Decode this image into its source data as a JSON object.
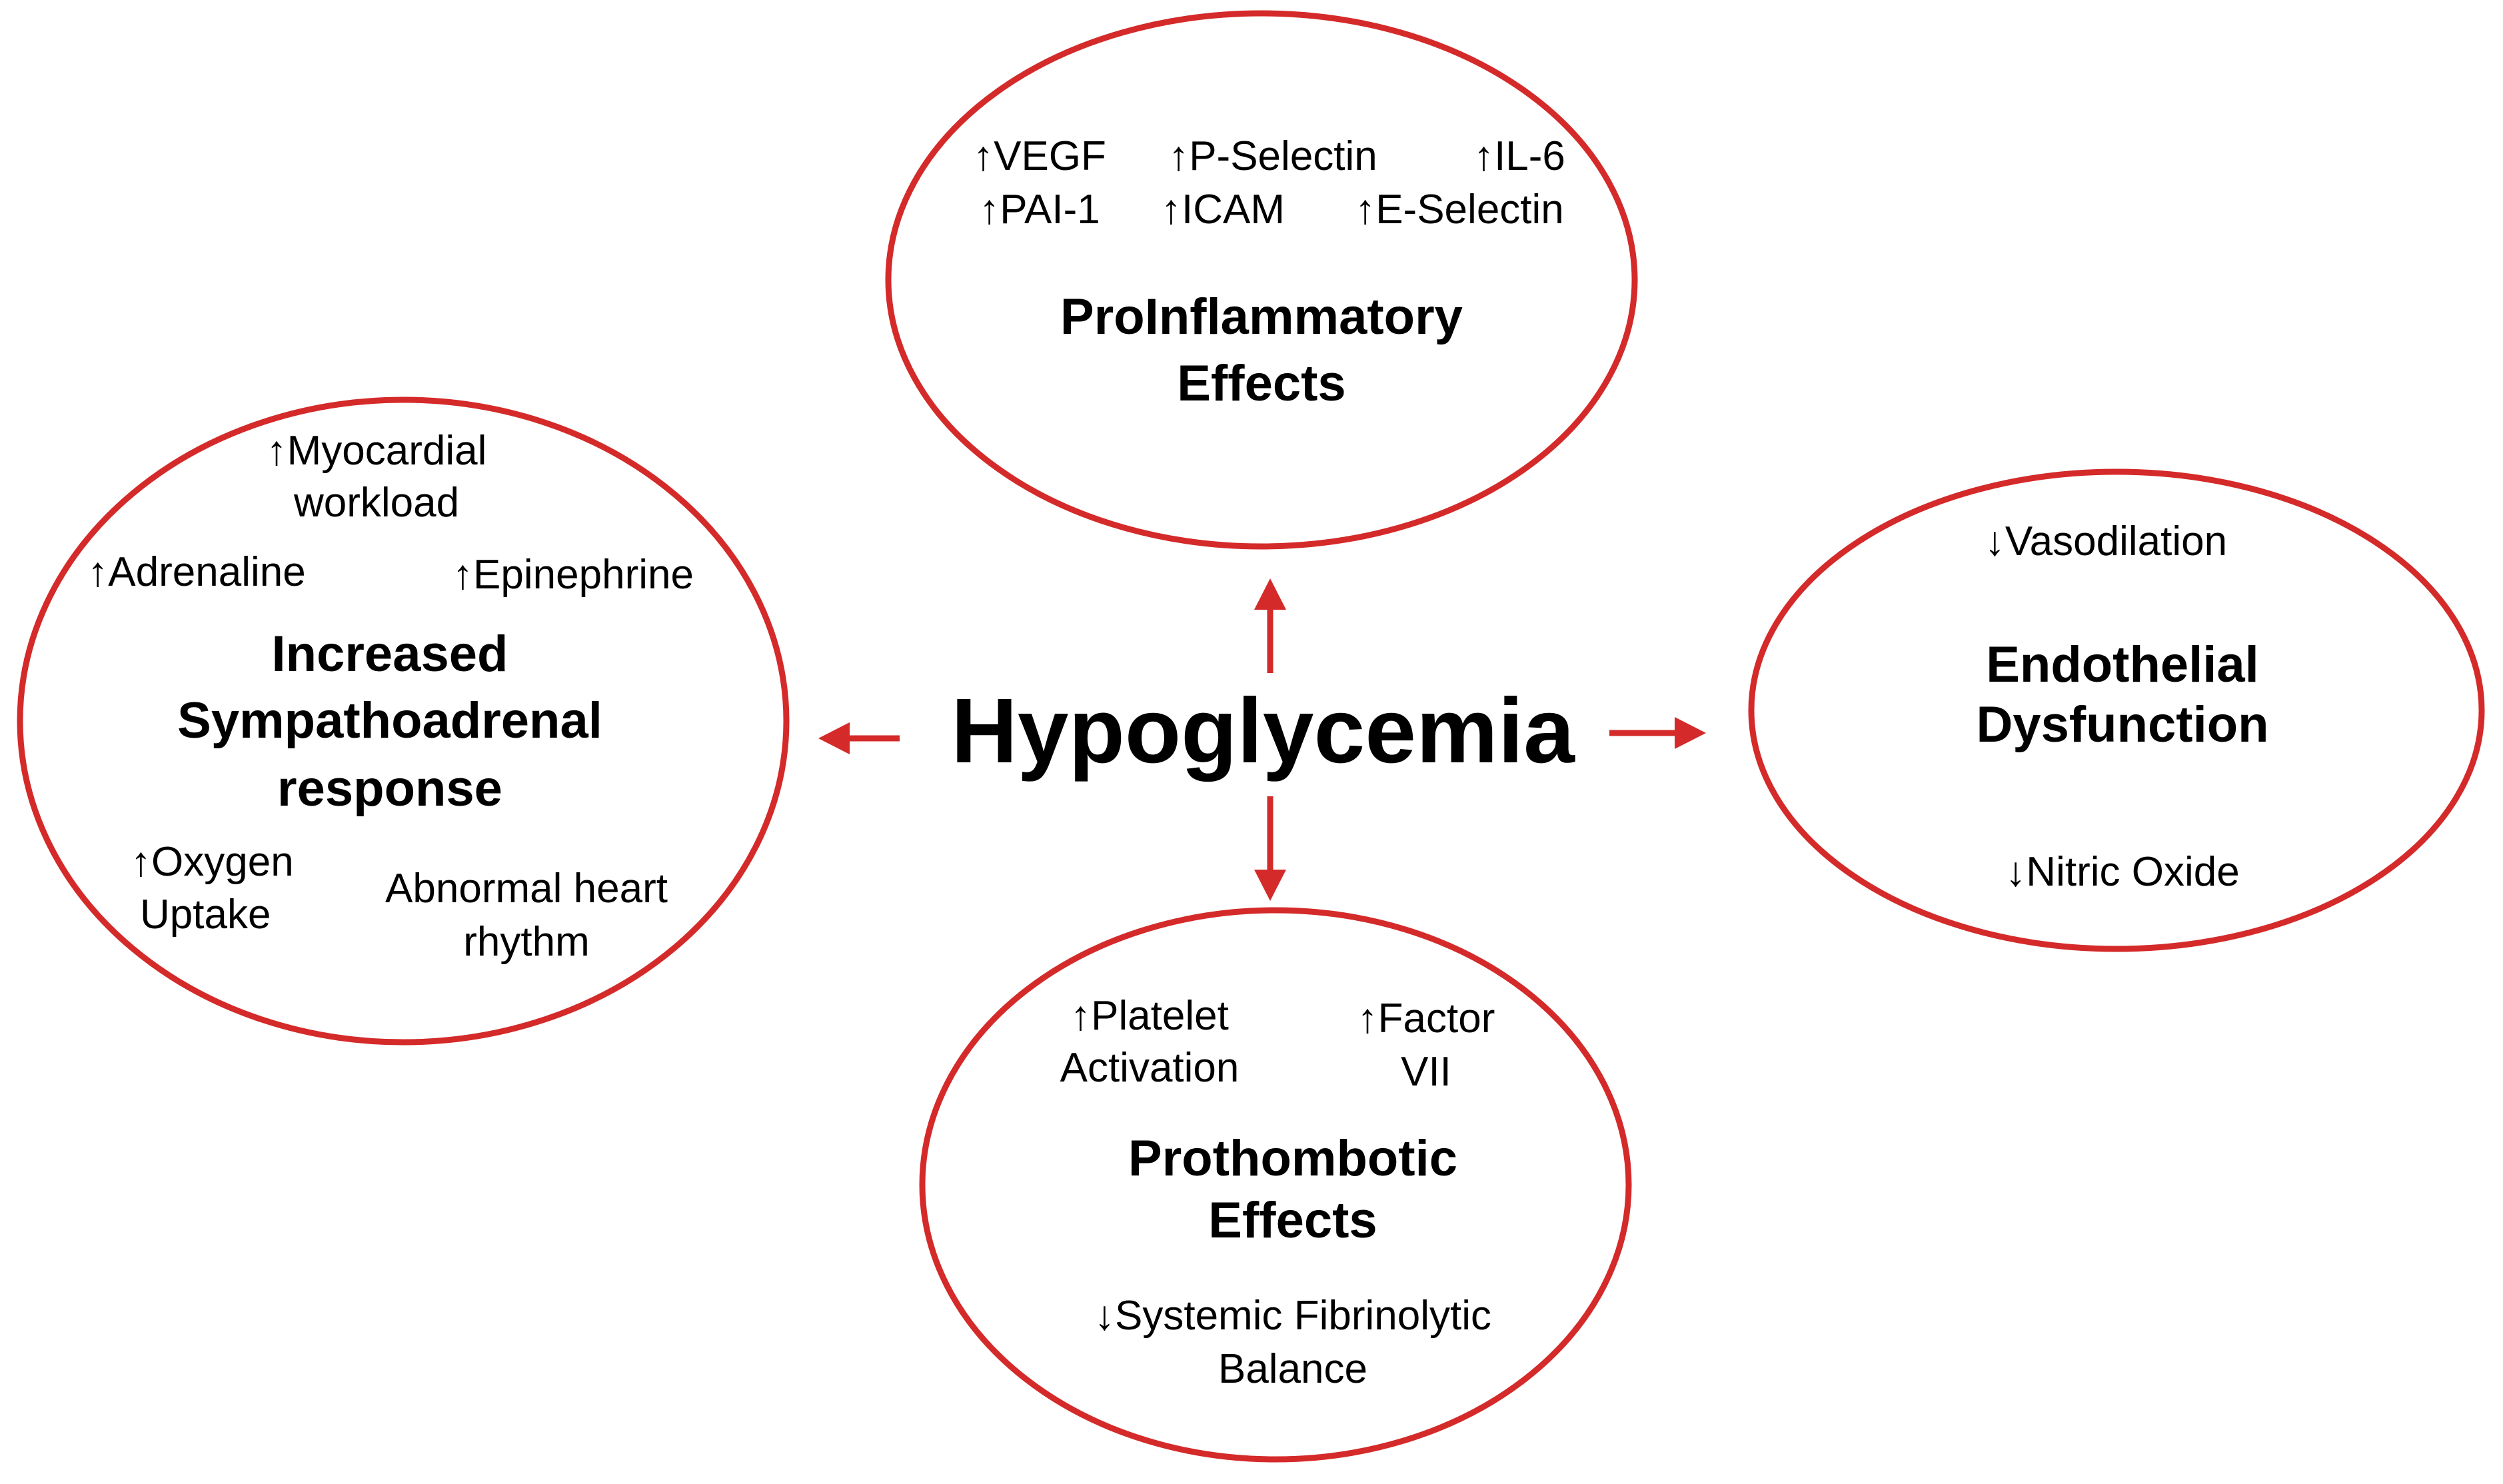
{
  "colors": {
    "accent": "#d42a2a",
    "text": "#000000",
    "background": "#ffffff"
  },
  "center": {
    "label": "Hypoglycemia"
  },
  "proinflammatory": {
    "title_line1": "ProInflammatory",
    "title_line2": "Effects",
    "items": [
      "↑VEGF",
      "↑P-Selectin",
      "↑IL-6",
      "↑PAI-1",
      "↑ICAM",
      "↑E-Selectin"
    ]
  },
  "sympathoadrenal": {
    "title_line1": "Increased",
    "title_line2": "Sympathoadrenal",
    "title_line3": "response",
    "myocardial_line1": "↑Myocardial",
    "myocardial_line2": "workload",
    "adrenaline": "↑Adrenaline",
    "epinephrine": "↑Epinephrine",
    "oxygen_line1": "↑Oxygen",
    "oxygen_line2": "Uptake",
    "rhythm_line1": "Abnormal heart",
    "rhythm_line2": "rhythm"
  },
  "endothelial": {
    "title_line1": "Endothelial",
    "title_line2": "Dysfunction",
    "vasodilation": "↓Vasodilation",
    "nitric_oxide": "↓Nitric Oxide"
  },
  "prothrombotic": {
    "title_line1": "Prothombotic",
    "title_line2": "Effects",
    "platelet_line1": "↑Platelet",
    "platelet_line2": "Activation",
    "factor_line1": "↑Factor",
    "factor_line2": "VII",
    "fibrinolytic_line1": "↓Systemic Fibrinolytic",
    "fibrinolytic_line2": "Balance"
  }
}
